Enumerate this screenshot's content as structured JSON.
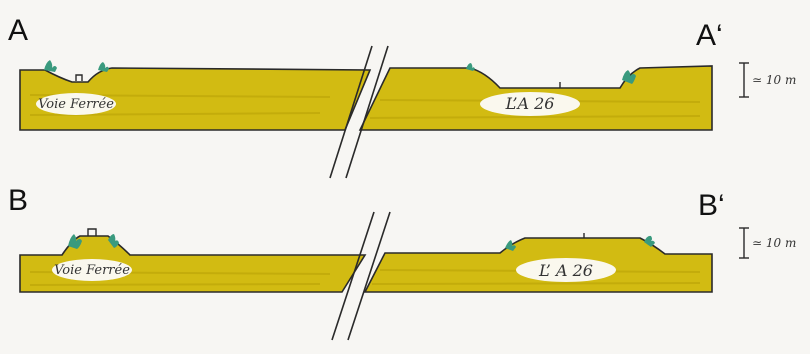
{
  "profile_a": {
    "label_left": "A",
    "label_right": "A‘",
    "left_label": "Voie Ferrée",
    "right_label": "L’A 26",
    "scale": "≃ 10 m"
  },
  "profile_b": {
    "label_left": "B",
    "label_right": "B‘",
    "left_label": "Voie Ferrée",
    "right_label": "L’ A 26",
    "scale": "≃ 10 m"
  },
  "colors": {
    "ground": "#d2bb12",
    "ground_dark": "#b8a006",
    "outline": "#2a2a2a",
    "vegetation": "#3a9a7e"
  }
}
